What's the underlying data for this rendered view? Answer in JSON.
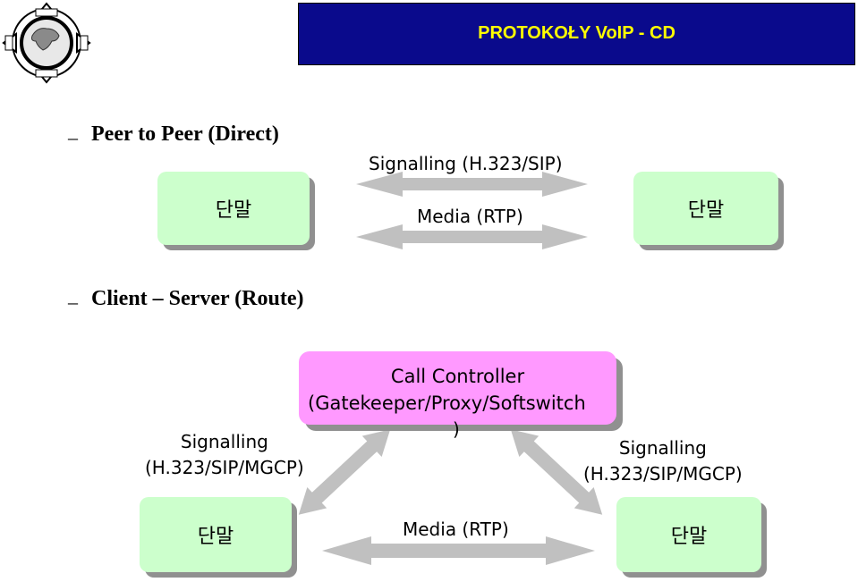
{
  "header": {
    "title": "PROTOKOŁY VoIP - CD"
  },
  "section1": {
    "bullet": "–",
    "heading": "Peer to Peer (Direct)",
    "left_node": "단말",
    "right_node": "단말",
    "signalling_label": "Signalling (H.323/SIP)",
    "media_label": "Media (RTP)"
  },
  "section2": {
    "bullet": "–",
    "heading": "Client – Server (Route)",
    "controller_line1": "Call Controller",
    "controller_line2": "(Gatekeeper/Proxy/Softswitch",
    "controller_line3": ")",
    "left_signalling_line1": "Signalling",
    "left_signalling_line2": "(H.323/SIP/MGCP)",
    "right_signalling_line1": "Signalling",
    "right_signalling_line2": "(H.323/SIP/MGCP)",
    "media_label": "Media (RTP)",
    "left_node": "단말",
    "right_node": "단말"
  },
  "colors": {
    "title_bar": "#0a0a8c",
    "title_text": "#ffff00",
    "node_fill": "#ccffcc",
    "controller_fill": "#ff99ff",
    "arrow_fill": "#c0c0c0"
  }
}
